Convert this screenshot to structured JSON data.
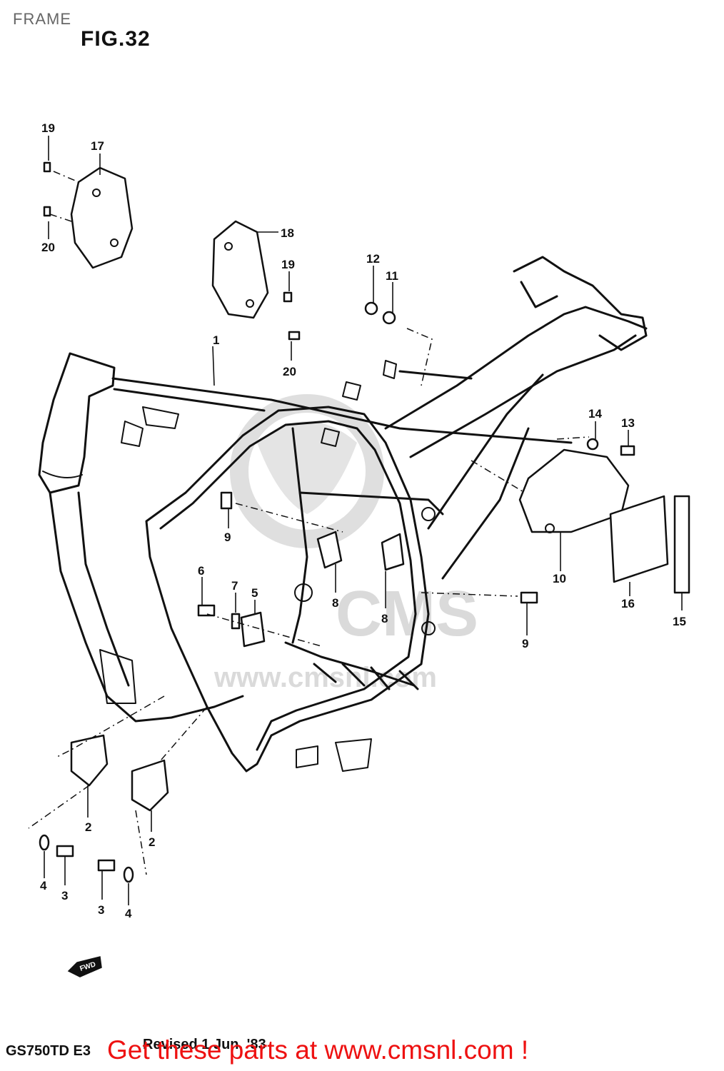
{
  "header": {
    "section_title": "FRAME",
    "figure_label": "FIG.32"
  },
  "diagram": {
    "watermark": "www.cmsnl.com",
    "direction_marker": "FWD",
    "callouts": {
      "c1": "1",
      "c2a": "2",
      "c2b": "2",
      "c3a": "3",
      "c3b": "3",
      "c4a": "4",
      "c4b": "4",
      "c5": "5",
      "c6": "6",
      "c7": "7",
      "c8a": "8",
      "c8b": "8",
      "c9a": "9",
      "c9b": "9",
      "c10": "10",
      "c11": "11",
      "c12": "12",
      "c13": "13",
      "c14": "14",
      "c15": "15",
      "c16": "16",
      "c17": "17",
      "c18": "18",
      "c19a": "19",
      "c19b": "19",
      "c20a": "20",
      "c20b": "20"
    }
  },
  "footer": {
    "model_code": "GS750TD E3",
    "revision_note": "Revised 1 Jun. '83",
    "promo_text": "Get these parts at www.cmsnl.com !"
  }
}
